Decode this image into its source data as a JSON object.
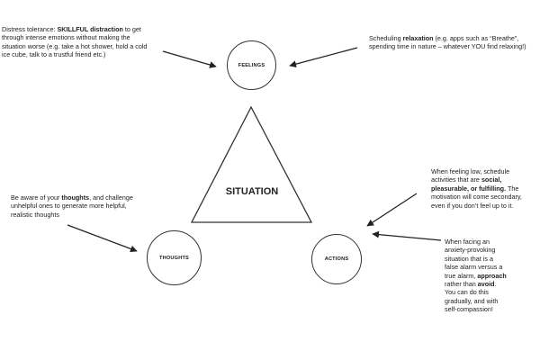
{
  "nodes": {
    "feelings": "FEELINGS",
    "thoughts": "THOUGHTS",
    "actions": "ACTIONS",
    "situation": "SITUATION"
  },
  "notes": {
    "distress": {
      "t1": "Distress tolerance: ",
      "b1": "SKILLFUL distraction",
      "t2": " to get through intense emotions without making the situation worse (e.g. take a hot shower, hold a cold ice cube, talk to a trustful friend etc.)"
    },
    "relaxation": {
      "t1": "Scheduling ",
      "b1": "relaxation",
      "t2": " (e.g. apps such as “Breathe”, spending time in nature – whatever YOU find relaxing!)"
    },
    "thoughts_note": {
      "t1": "Be aware of your ",
      "b1": "thoughts",
      "t2": ", and challenge unhelpful ones to generate more helpful, realistic thoughts"
    },
    "feeling_low": {
      "t1": "When feeling low, schedule activities that are ",
      "b1": "social, pleasurable, or fulfilling.",
      "t2": " The motivation will come secondary, even if you don’t feel up to it."
    },
    "anxiety": {
      "t1": "When facing an anxiety-provoking situation that is a false alarm versus a true alarm, ",
      "b1": "approach",
      "t2": " rather than ",
      "b2": "avoid",
      "t3": ". You can do this gradually, and with self-compassion!"
    }
  }
}
